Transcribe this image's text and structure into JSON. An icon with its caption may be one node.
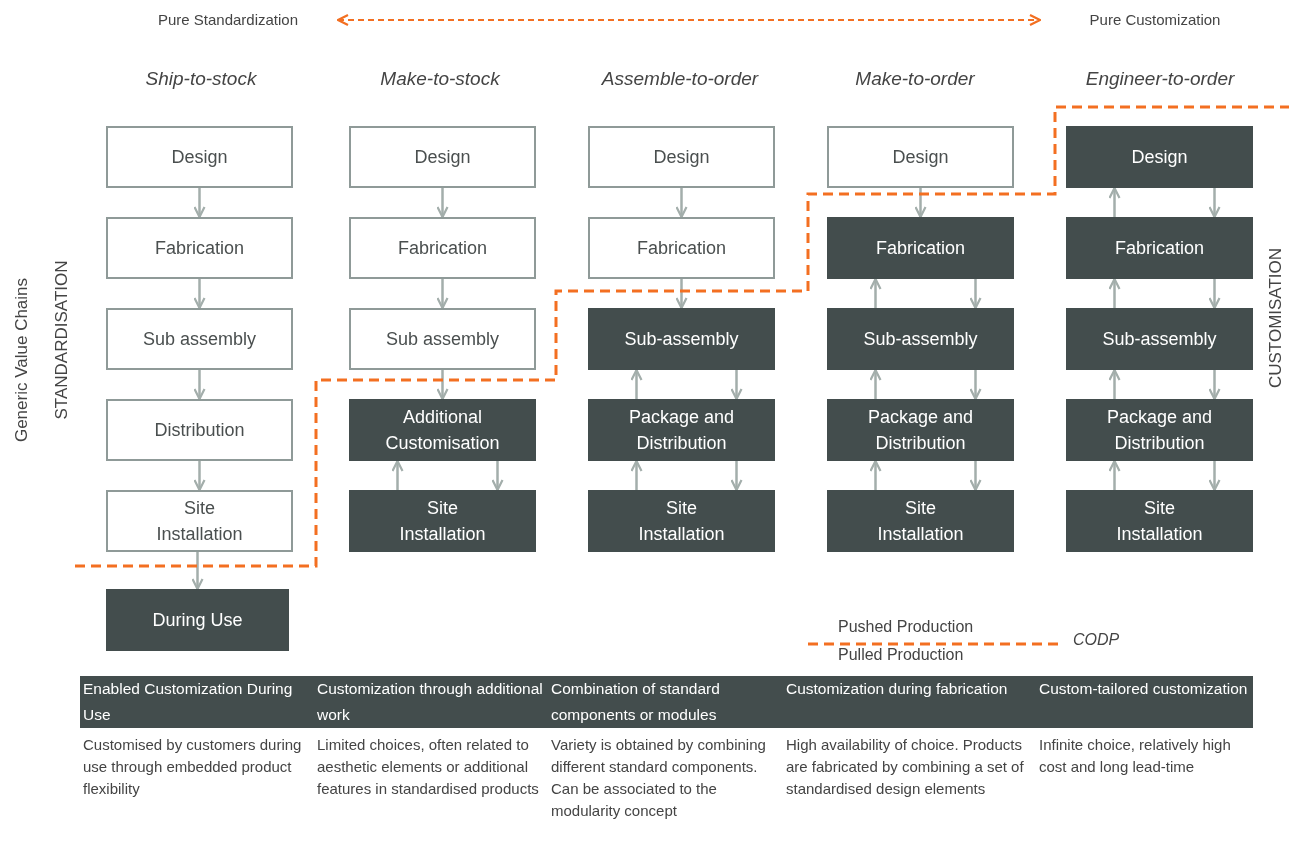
{
  "diagram": {
    "nodes": [
      {
        "text": [
          "Pure Standardization"
        ]
      },
      {
        "text": [
          "Pure Customization"
        ]
      },
      {
        "text": [
          "Design"
        ]
      },
      {
        "text": [
          "Fabrication"
        ]
      },
      {
        "text": [
          "Sub assembly"
        ]
      },
      {
        "text": [
          "Distribution"
        ]
      },
      {
        "text": [
          "Site Installation"
        ]
      },
      {
        "text": [
          "During Use"
        ]
      },
      {
        "text": [
          "Design"
        ]
      },
      {
        "text": [
          "Fabrication"
        ]
      },
      {
        "text": [
          "Sub assembly"
        ]
      },
      {
        "text": [
          "Additional Customisation"
        ]
      },
      {
        "text": [
          "Site Installation"
        ]
      },
      {
        "text": [
          "Design"
        ]
      },
      {
        "text": [
          "Fabrication"
        ]
      },
      {
        "text": [
          "Sub-assembly"
        ]
      },
      {
        "text": [
          "Package and Distribution"
        ]
      },
      {
        "text": [
          "Site Installation"
        ]
      },
      {
        "text": [
          "Design"
        ]
      },
      {
        "text": [
          "Fabrication"
        ]
      },
      {
        "text": [
          "Sub-assembly"
        ]
      },
      {
        "text": [
          "Package and Distribution"
        ]
      },
      {
        "text": [
          "Site Installation"
        ]
      },
      {
        "text": [
          "Design"
        ]
      },
      {
        "text": [
          "Fabrication"
        ]
      },
      {
        "text": [
          "Sub-assembly"
        ]
      },
      {
        "text": [
          "Package and Distribution"
        ]
      },
      {
        "text": [
          "Site Installation"
        ]
      }
    ],
    "edges": [
      {
        "from": 0,
        "to": 1,
        "arrow": "both",
        "style": "dashed",
        "color": "#f36f21"
      },
      {
        "from": 2,
        "to": 3,
        "arrow": "to"
      },
      {
        "from": 3,
        "to": 4,
        "arrow": "to"
      },
      {
        "from": 4,
        "to": 5,
        "arrow": "to"
      },
      {
        "from": 5,
        "to": 6,
        "arrow": "to"
      },
      {
        "from": 6,
        "to": 7,
        "arrow": "to"
      },
      {
        "from": 8,
        "to": 9,
        "arrow": "to"
      },
      {
        "from": 9,
        "to": 10,
        "arrow": "to"
      },
      {
        "from": 10,
        "to": 11,
        "arrow": "to"
      },
      {
        "from": 12,
        "to": 11,
        "arrow": "to"
      },
      {
        "from": 11,
        "to": 12,
        "arrow": "to"
      },
      {
        "from": 13,
        "to": 14,
        "arrow": "to"
      },
      {
        "from": 14,
        "to": 15,
        "arrow": "to"
      },
      {
        "from": 16,
        "to": 15,
        "arrow": "to"
      },
      {
        "from": 15,
        "to": 16,
        "arrow": "to"
      },
      {
        "from": 17,
        "to": 16,
        "arrow": "to"
      },
      {
        "from": 16,
        "to": 17,
        "arrow": "to"
      },
      {
        "from": 18,
        "to": 19,
        "arrow": "to"
      },
      {
        "from": 20,
        "to": 19,
        "arrow": "to"
      },
      {
        "from": 19,
        "to": 20,
        "arrow": "to"
      },
      {
        "from": 21,
        "to": 20,
        "arrow": "to"
      },
      {
        "from": 20,
        "to": 21,
        "arrow": "to"
      },
      {
        "from": 22,
        "to": 21,
        "arrow": "to"
      },
      {
        "from": 21,
        "to": 22,
        "arrow": "to"
      },
      {
        "from": 24,
        "to": 23,
        "arrow": "to"
      },
      {
        "from": 23,
        "to": 24,
        "arrow": "to"
      },
      {
        "from": 25,
        "to": 24,
        "arrow": "to"
      },
      {
        "from": 24,
        "to": 25,
        "arrow": "to"
      },
      {
        "from": 26,
        "to": 25,
        "arrow": "to"
      },
      {
        "from": 25,
        "to": 26,
        "arrow": "to"
      },
      {
        "from": 27,
        "to": 26,
        "arrow": "to"
      },
      {
        "from": 26,
        "to": 27,
        "arrow": "to"
      }
    ],
    "labels": [
      "Ship-to-stock",
      "Make-to-stock",
      "Assemble-to-order",
      "Make-to-order",
      "Engineer-to-order",
      "Generic Value Chains",
      "STANDARDISATION",
      "CUSTOMISATION",
      "Enabled Customization During Use",
      "Customization through additional work",
      "Combination of standard components or modules",
      "Customization during fabrication",
      "Custom-tailored customization",
      "Customised by customers during use through embedded product flexibility",
      "Limited choices, often related to aesthetic elements or additional features in standardised products",
      "Variety is obtained by combining different standard components. Can be associated to the modularity concept",
      "High availability of choice. Products are fabricated by combining a set of standardised design elements",
      "Infinite choice, relatively high cost and long lead-time"
    ],
    "legend": [
      {
        "text": "Pushed Production"
      },
      {
        "text": "Pulled Production"
      },
      {
        "text": "CODP"
      }
    ]
  }
}
